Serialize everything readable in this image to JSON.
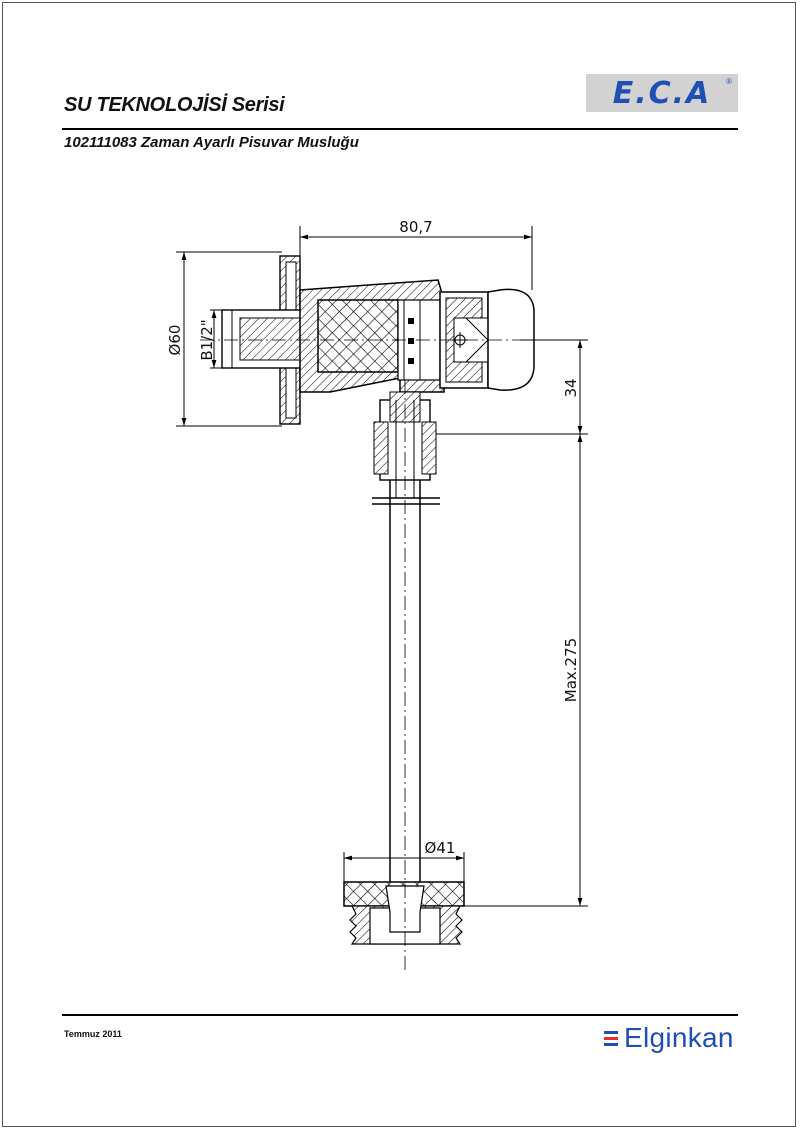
{
  "header": {
    "series_title": "SU TEKNOLOJİSİ Serisi",
    "product_title": "102111083 Zaman Ayarlı Pisuvar Musluğu",
    "logo": "E.C.A",
    "logo_mark": "®"
  },
  "drawing": {
    "dimensions": {
      "width_top": "80,7",
      "flange_diameter": "Ø60",
      "thread": "B1/2\"",
      "height_34": "34",
      "pipe_length": "Max.275",
      "bottom_diameter": "Ø41"
    }
  },
  "footer": {
    "date": "Temmuz 2011",
    "brand": "Elginkan",
    "brand_colors": [
      "#1f4fb4",
      "#e03030",
      "#1f4fb4"
    ]
  }
}
